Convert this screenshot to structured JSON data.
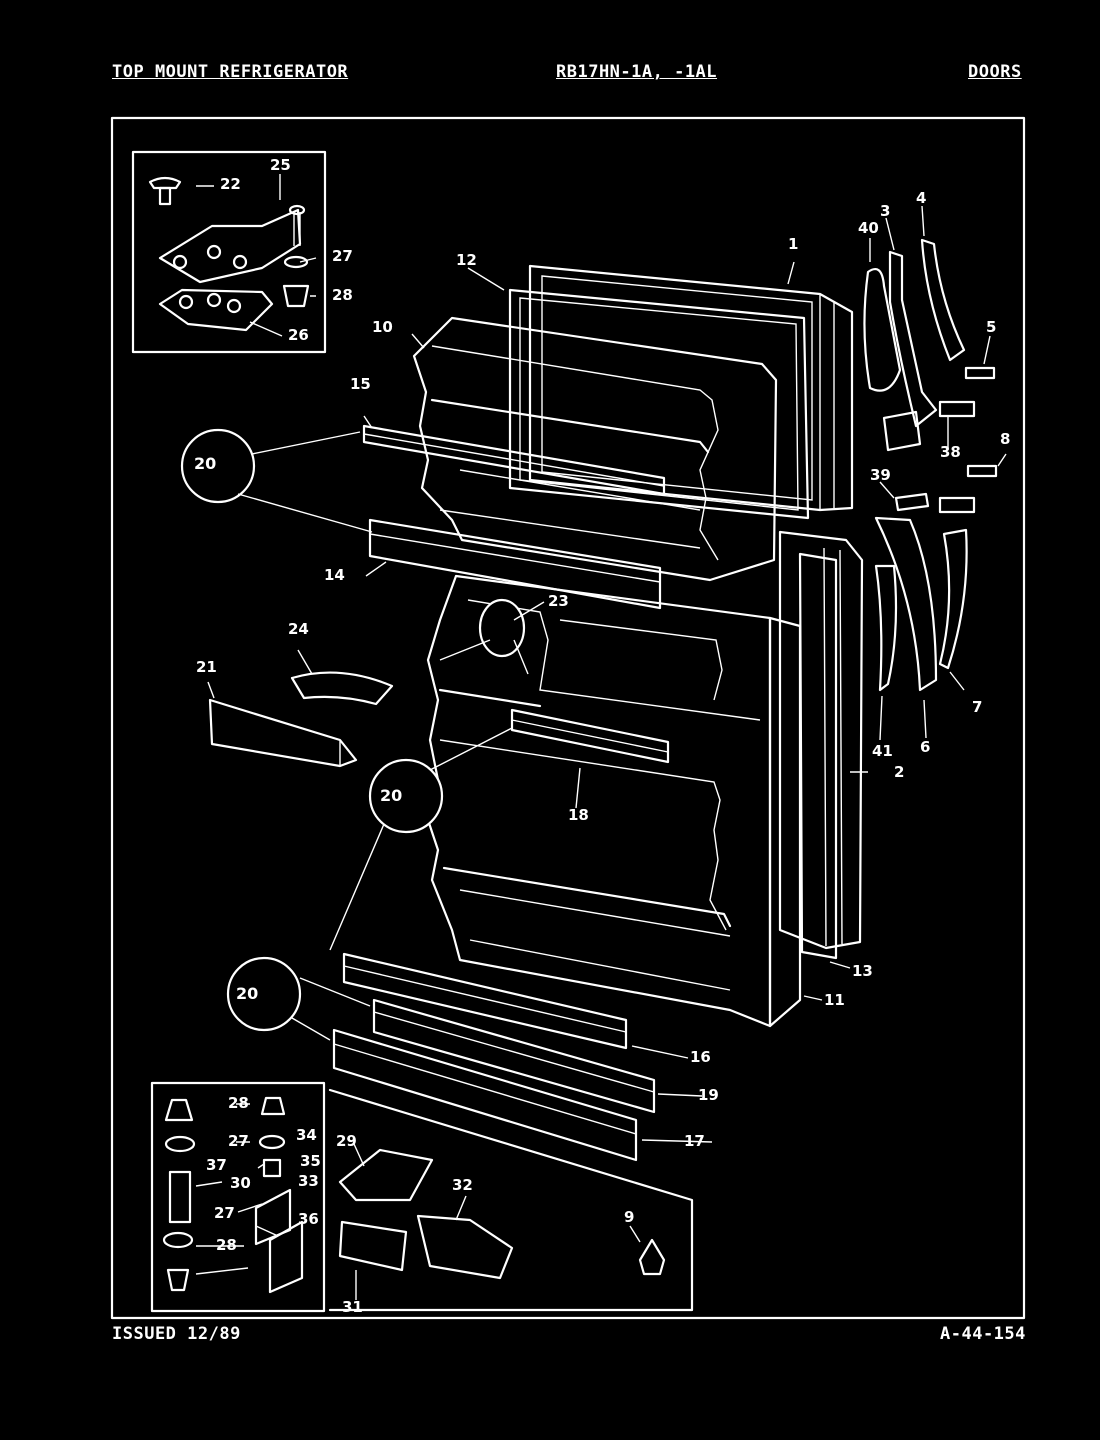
{
  "header": {
    "left": "TOP MOUNT REFRIGERATOR",
    "center": "RB17HN-1A, -1AL",
    "right": "DOORS"
  },
  "footer": {
    "left": "ISSUED 12/89",
    "right": "A-44-154"
  },
  "callouts": {
    "c1": "1",
    "c2": "2",
    "c3": "3",
    "c4": "4",
    "c5": "5",
    "c6": "6",
    "c7": "7",
    "c8": "8",
    "c9": "9",
    "c10": "10",
    "c11": "11",
    "c12": "12",
    "c13": "13",
    "c14": "14",
    "c15": "15",
    "c16": "16",
    "c17": "17",
    "c18": "18",
    "c19": "19",
    "c20": "20",
    "c21": "21",
    "c22": "22",
    "c23": "23",
    "c24": "24",
    "c25": "25",
    "c26": "26",
    "c27": "27",
    "c28": "28",
    "c29": "29",
    "c30": "30",
    "c31": "31",
    "c32": "32",
    "c33": "33",
    "c34": "34",
    "c35": "35",
    "c36": "36",
    "c37": "37",
    "c38": "38",
    "c39": "39",
    "c40": "40",
    "c41": "41"
  }
}
